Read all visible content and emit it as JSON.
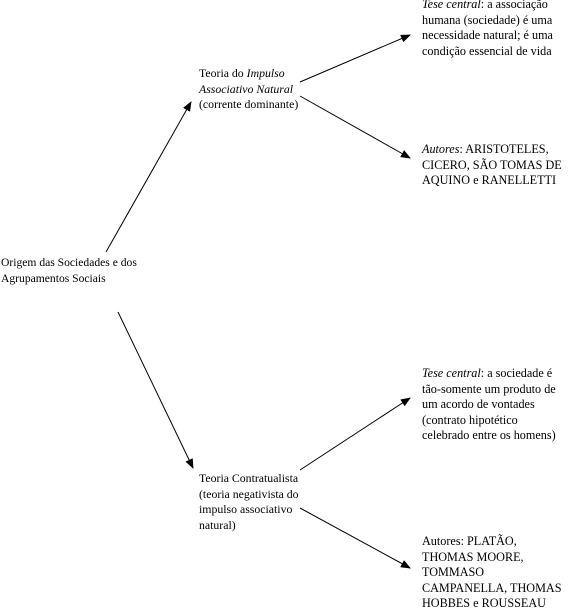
{
  "root": {
    "label": "Origem das Sociedades e dos Agrupamentos Sociais"
  },
  "impulso": {
    "prefix": "Teoria do ",
    "italic": "Impulso Associativo Natural",
    "suffix": "(corrente dominante)"
  },
  "contratualista": {
    "label": "Teoria Contratualista",
    "suffix": "(teoria negativista do impulso associativo natural)"
  },
  "tese1": {
    "italic": "Tese central",
    "text": ": a associação humana (sociedade) é uma necessidade natural; é uma condição essencial de vida"
  },
  "autores1": {
    "italic": "Autores",
    "text": ": ARISTOTELES, CICERO, SÃO TOMAS DE AQUINO e RANELLETTI"
  },
  "tese2": {
    "italic": "Tese central",
    "text": ": a sociedade é tão-somente um produto de um acordo de vontades (contrato hipotético celebrado entre os homens)"
  },
  "autores2": {
    "text": "Autores: PLATÃO, THOMAS MOORE, TOMMASO CAMPANELLA, THOMAS HOBBES e ROUSSEAU"
  }
}
